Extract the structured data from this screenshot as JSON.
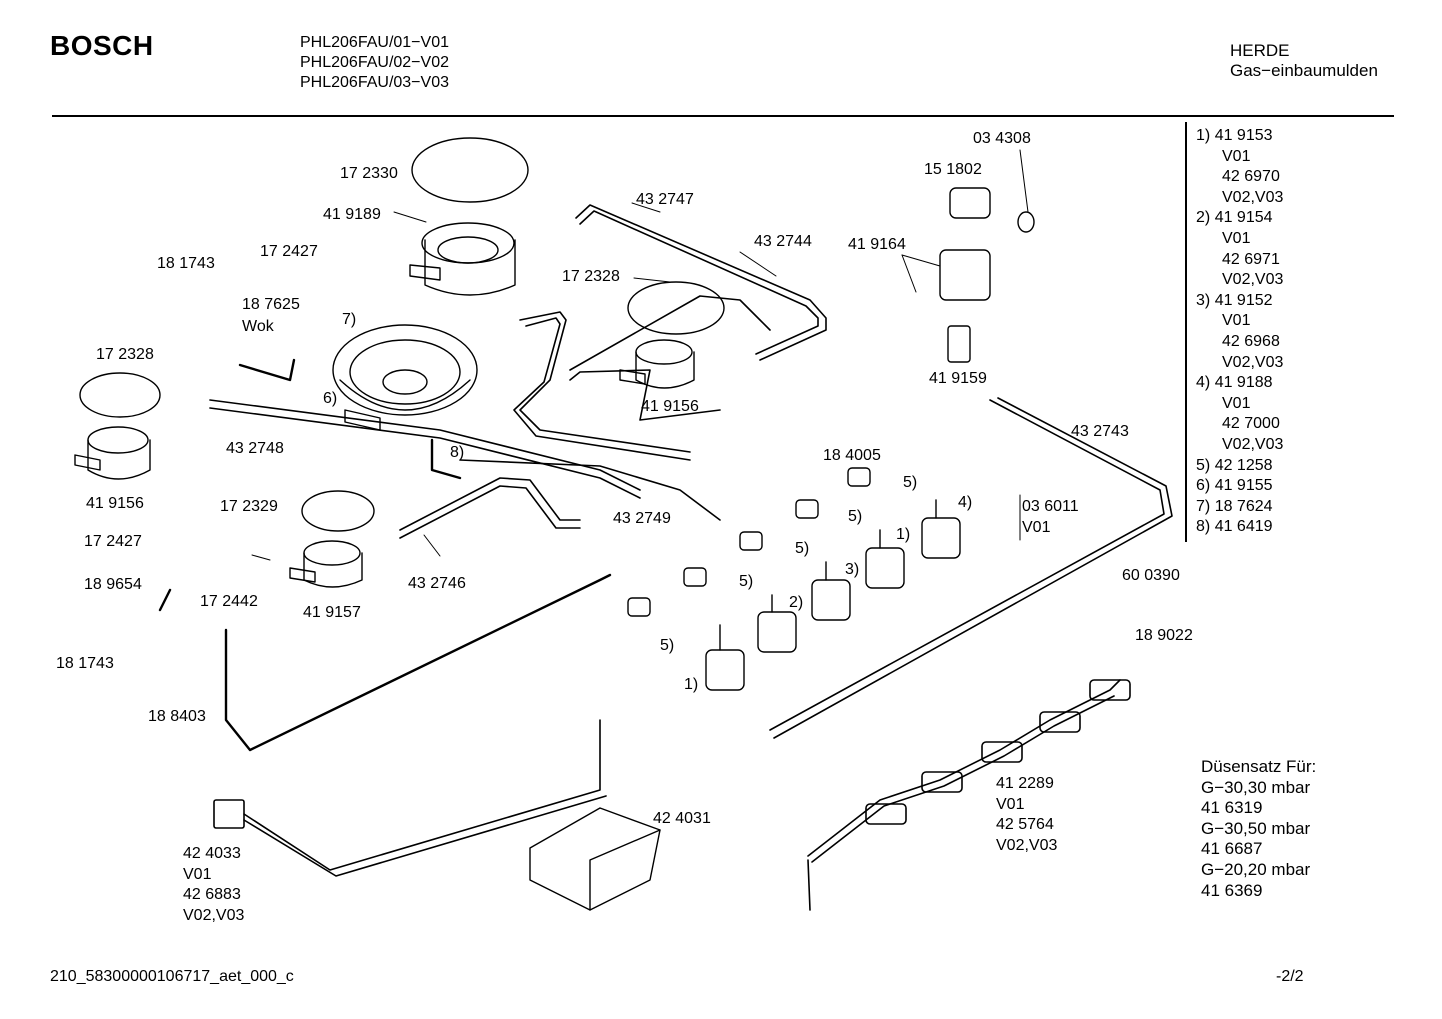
{
  "header": {
    "brand": "BOSCH",
    "models": [
      "PHL206FAU/01−V01",
      "PHL206FAU/02−V02",
      "PHL206FAU/03−V03"
    ],
    "category_line1": "HERDE",
    "category_line2": "Gas−einbaumulden"
  },
  "legend": [
    {
      "num": "1)",
      "lines": [
        "41 9153",
        "V01",
        "42 6970",
        "V02,V03"
      ]
    },
    {
      "num": "2)",
      "lines": [
        "41 9154",
        "V01",
        "42 6971",
        "V02,V03"
      ]
    },
    {
      "num": "3)",
      "lines": [
        "41 9152",
        "V01",
        "42 6968",
        "V02,V03"
      ]
    },
    {
      "num": "4)",
      "lines": [
        "41 9188",
        "V01",
        "42 7000",
        "V02,V03"
      ]
    },
    {
      "num": "5)",
      "lines": [
        "42 1258"
      ]
    },
    {
      "num": "6)",
      "lines": [
        "41 9155"
      ]
    },
    {
      "num": "7)",
      "lines": [
        "18 7624"
      ]
    },
    {
      "num": "8)",
      "lines": [
        "41 6419"
      ]
    }
  ],
  "nozzle_set": {
    "title": "Düsensatz Für:",
    "lines": [
      "G−30,30 mbar",
      "41 6319",
      "G−30,50  mbar",
      "41 6687",
      "G−20,20 mbar",
      "41 6369"
    ]
  },
  "part_labels": {
    "p172330": "17 2330",
    "p419189": "41 9189",
    "p181743a": "18 1743",
    "p172427a": "17 2427",
    "p187625": "18 7625",
    "wok": "Wok",
    "c7": "7)",
    "c6": "6)",
    "c8": "8)",
    "p172328a": "17 2328",
    "p419156a": "41 9156",
    "p432748": "43 2748",
    "p172329": "17 2329",
    "p419157": "41 9157",
    "p172427b": "17 2427",
    "p189654": "18 9654",
    "p181743b": "18 1743",
    "p172442": "17 2442",
    "p188403": "18 8403",
    "p432747": "43 2747",
    "p432744": "43 2744",
    "p172328b": "17 2328",
    "p419156b": "41 9156",
    "p432749": "43 2749",
    "p432746": "43 2746",
    "p034308": "03 4308",
    "p151802": "15 1802",
    "p419164": "41 9164",
    "p419159": "41 9159",
    "p432743": "43 2743",
    "p184005": "18 4005",
    "p036011": "03 6011",
    "v01": "V01",
    "p600390": "60 0390",
    "p189022": "18 9022",
    "c5a": "5)",
    "c5b": "5)",
    "c5c": "5)",
    "c5d": "5)",
    "c5e": "5)",
    "c4": "4)",
    "c1a": "1)",
    "c3": "3)",
    "c2": "2)",
    "c1b": "1)",
    "p424031": "42 4031"
  },
  "stacked_labels": {
    "p424033": [
      "42 4033",
      "V01",
      "42 6883",
      "V02,V03"
    ],
    "p412289": [
      "41 2289",
      "V01",
      "42 5764",
      "V02,V03"
    ]
  },
  "footer": {
    "doc_id": "210_58300000106717_aet_000_c",
    "page": "-2/2"
  }
}
